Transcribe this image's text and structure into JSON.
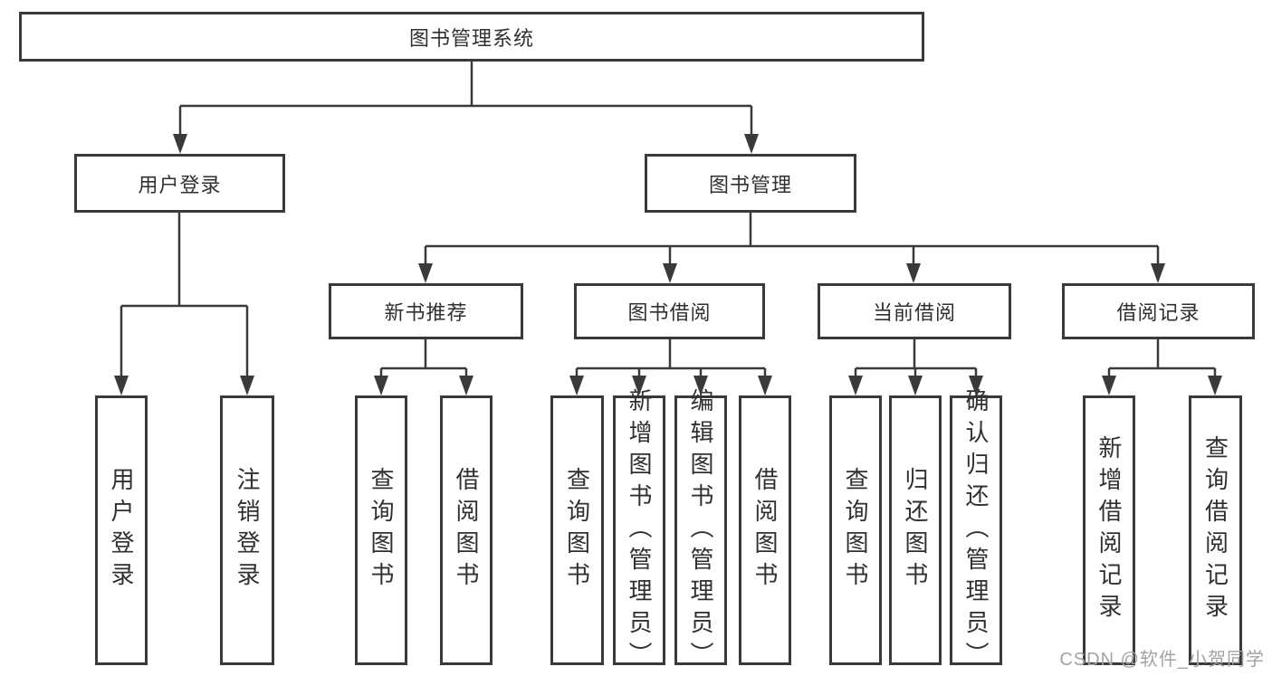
{
  "tree": {
    "label": "图书管理系统",
    "children": [
      {
        "label": "用户登录",
        "children": [
          {
            "label": "用户登录"
          },
          {
            "label": "注销登录"
          }
        ]
      },
      {
        "label": "图书管理",
        "children": [
          {
            "label": "新书推荐",
            "children": [
              {
                "label": "查询图书"
              },
              {
                "label": "借阅图书"
              }
            ]
          },
          {
            "label": "图书借阅",
            "children": [
              {
                "label": "查询图书"
              },
              {
                "label": "新增图书（管理员）"
              },
              {
                "label": "编辑图书（管理员）"
              },
              {
                "label": "借阅图书"
              }
            ]
          },
          {
            "label": "当前借阅",
            "children": [
              {
                "label": "查询图书"
              },
              {
                "label": "归还图书"
              },
              {
                "label": "确认归还（管理员）"
              }
            ]
          },
          {
            "label": "借阅记录",
            "children": [
              {
                "label": "新增借阅记录"
              },
              {
                "label": "查询借阅记录"
              }
            ]
          }
        ]
      }
    ]
  },
  "colors": {
    "line": "#3a3a3a",
    "text": "#303030",
    "watermark": "#a3a3a3"
  },
  "watermark": {
    "text": "CSDN @软件_小贺同学"
  }
}
